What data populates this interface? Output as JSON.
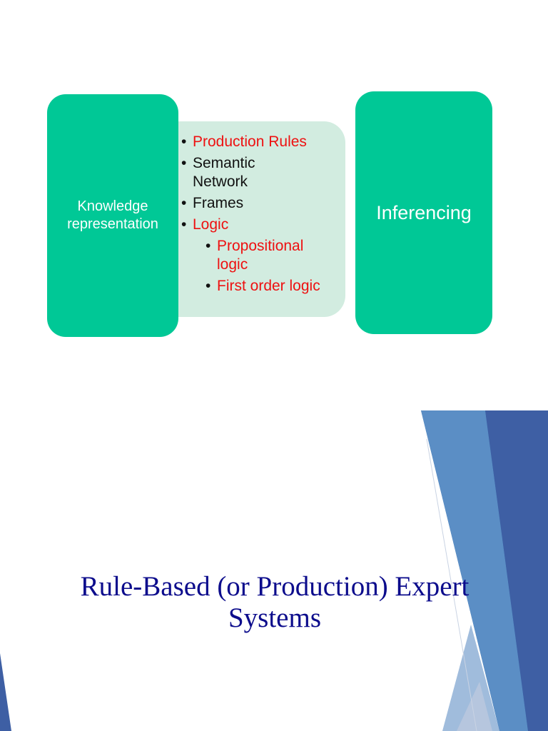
{
  "diagram": {
    "left_box": "Knowledge representation",
    "right_box": "Inferencing",
    "items": [
      {
        "label": "Production Rules",
        "color": "#ee1111"
      },
      {
        "label": "Semantic Network",
        "color": "#111111"
      },
      {
        "label": "Frames",
        "color": "#111111"
      },
      {
        "label": "Logic",
        "color": "#ee1111"
      }
    ],
    "subitems": [
      {
        "label": "Propositional logic",
        "color": "#ee1111"
      },
      {
        "label": "First order logic",
        "color": "#ee1111"
      }
    ]
  },
  "title_slide": {
    "title_line1": "Rule-Based (or Production) Expert",
    "title_line2": "Systems"
  },
  "colors": {
    "box_green": "#00c896",
    "panel_mint": "#d2ece0",
    "title_navy": "#0c0c8c",
    "accent_red": "#ee1111",
    "deco_blue": "#3e5fa4"
  }
}
